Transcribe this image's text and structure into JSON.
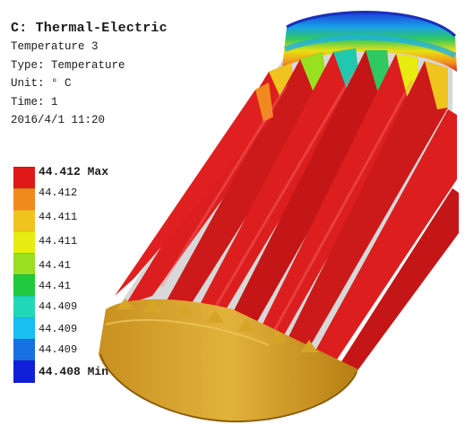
{
  "header": {
    "title": "C: Thermal-Electric",
    "result_name": "Temperature 3",
    "type_line": "Type: Temperature",
    "unit_line": "Unit: ° C",
    "time_line": "Time: 1",
    "timestamp": "2016/4/1 11:20"
  },
  "legend": {
    "items": [
      {
        "label": "44.412 Max",
        "color": "#e01818",
        "bold": true
      },
      {
        "label": "44.412",
        "color": "#f0891e",
        "bold": false
      },
      {
        "label": "44.411",
        "color": "#f0c41e",
        "bold": false
      },
      {
        "label": "44.411",
        "color": "#e8ec10",
        "bold": false
      },
      {
        "label": "44.41",
        "color": "#98e020",
        "bold": false
      },
      {
        "label": "44.41",
        "color": "#20c840",
        "bold": false
      },
      {
        "label": "44.409",
        "color": "#20d8b8",
        "bold": false
      },
      {
        "label": "44.409",
        "color": "#18c0f0",
        "bold": false
      },
      {
        "label": "44.409",
        "color": "#1870e0",
        "bold": false
      },
      {
        "label": "44.408 Min",
        "color": "#1020d8",
        "bold": true
      }
    ]
  },
  "model": {
    "description_colors": {
      "hot": "#dc1e1e",
      "hot_shade": "#b01010",
      "base": "#d6a528",
      "base_shade": "#b8851a",
      "cold": "#1c3cd8"
    }
  }
}
